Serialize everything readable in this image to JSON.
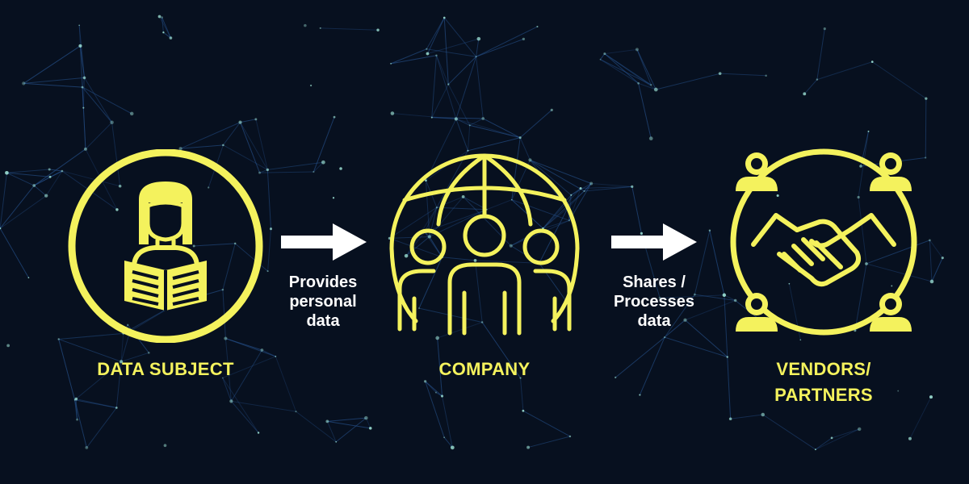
{
  "colors": {
    "background": "#07101f",
    "accent": "#f4f25d",
    "arrow": "#ffffff",
    "network_lines": "#2a5a9a",
    "network_dots": "#a8f0e0"
  },
  "nodes": [
    {
      "id": "data-subject",
      "icon": "person-reading-icon",
      "label_lines": [
        "DATA SUBJECT"
      ]
    },
    {
      "id": "company",
      "icon": "globe-people-icon",
      "label_lines": [
        "COMPANY"
      ]
    },
    {
      "id": "vendors",
      "icon": "handshake-network-icon",
      "label_lines": [
        "VENDORS/",
        "PARTNERS"
      ]
    }
  ],
  "edges": [
    {
      "from": "data-subject",
      "to": "company",
      "label_lines": [
        "Provides",
        "personal",
        "data"
      ]
    },
    {
      "from": "company",
      "to": "vendors",
      "label_lines": [
        "Shares /",
        "Processes",
        "data"
      ]
    }
  ]
}
